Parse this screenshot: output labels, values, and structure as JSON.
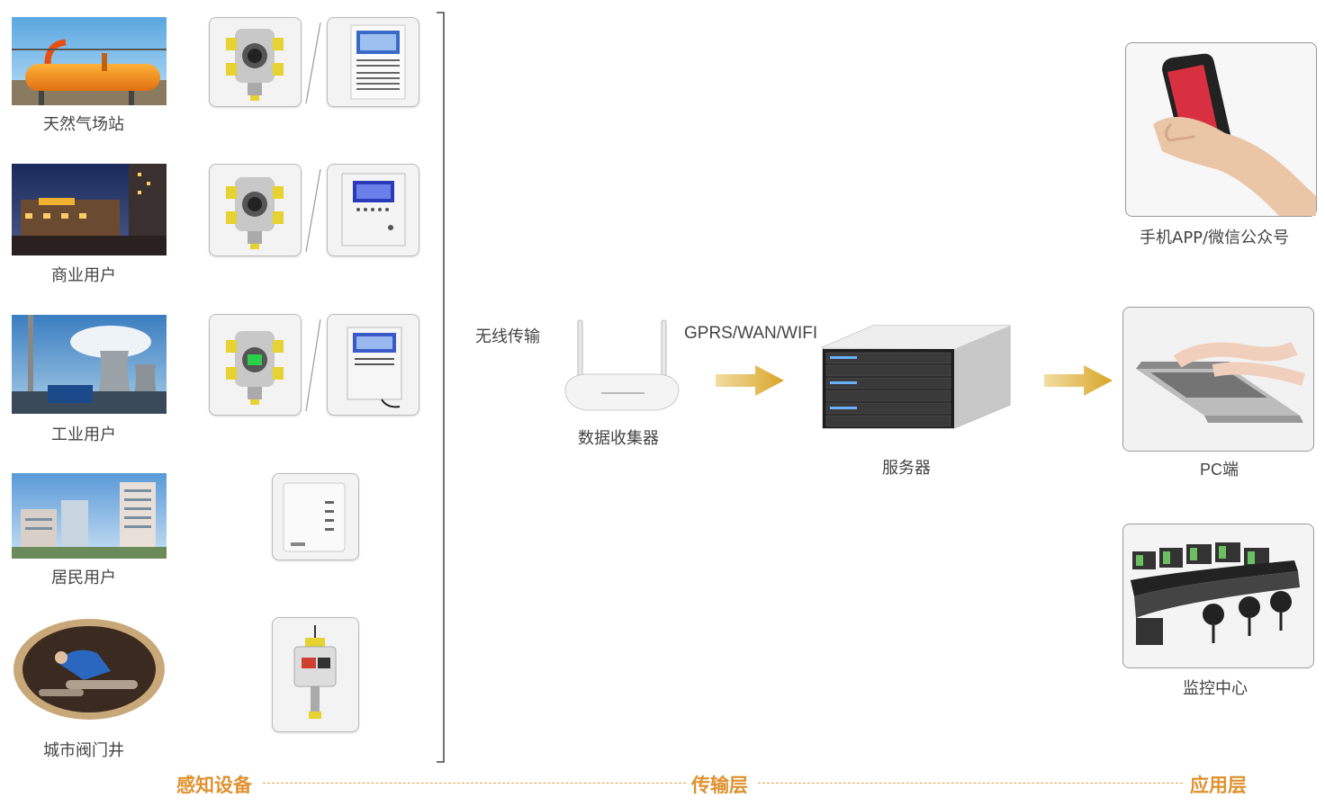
{
  "sensing": {
    "scenes": [
      {
        "label": "天然气场站"
      },
      {
        "label": "商业用户"
      },
      {
        "label": "工业用户"
      },
      {
        "label": "居民用户"
      },
      {
        "label": "城市阀门井"
      }
    ]
  },
  "transmission": {
    "wireless_label": "无线传输",
    "protocol_label": "GPRS/WAN/WIFI",
    "collector_label": "数据收集器",
    "server_label": "服务器"
  },
  "application": {
    "items": [
      {
        "label": "手机APP/微信公众号"
      },
      {
        "label": "PC端"
      },
      {
        "label": "监控中心"
      }
    ]
  },
  "footer": {
    "sensing_label": "感知设备",
    "transmission_label": "传输层",
    "application_label": "应用层"
  },
  "colors": {
    "accent": "#e0912e",
    "arrow": "#d9a52a"
  }
}
